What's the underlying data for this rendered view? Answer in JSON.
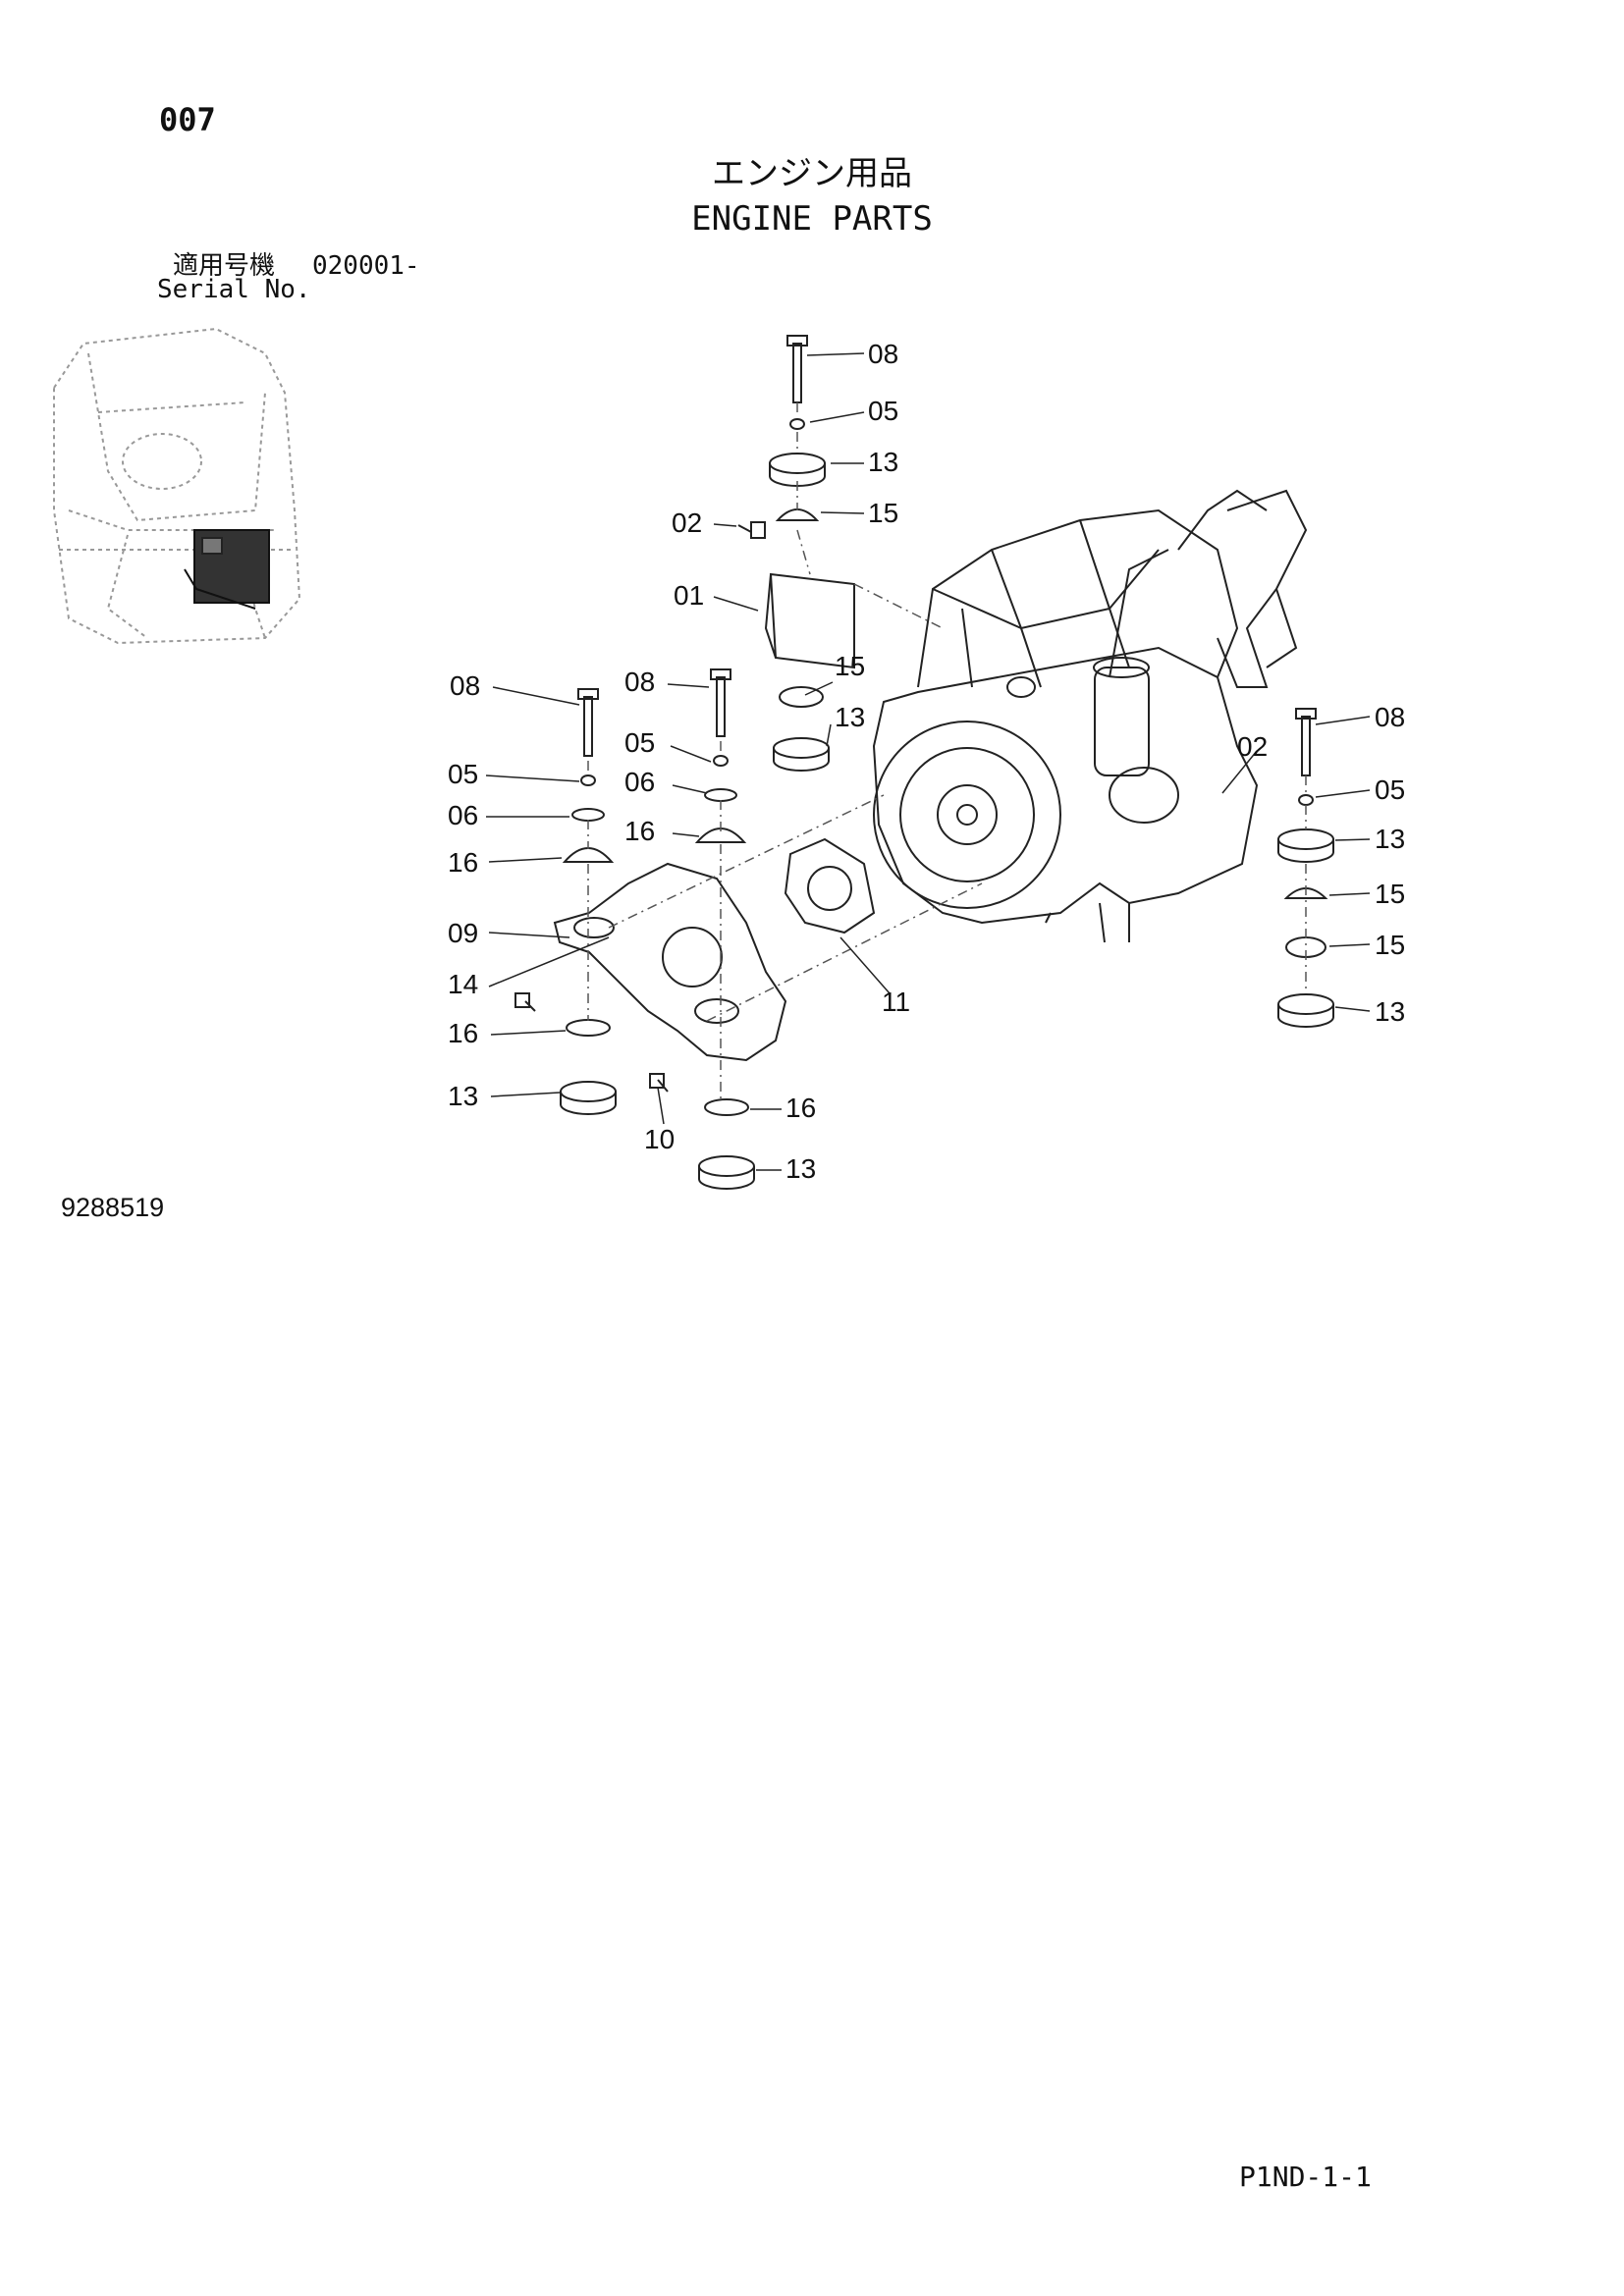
{
  "page_number": "007",
  "title_jp": "エンジン用品",
  "title_en": "ENGINE PARTS",
  "serial": {
    "label_jp": "適用号機",
    "value": "020001-",
    "label_en": "Serial No."
  },
  "drawing_number": "9288519",
  "sheet_reference": "P1ND-1-1",
  "callouts": {
    "c08_top": "08",
    "c05_top": "05",
    "c13_top": "13",
    "c02_left": "02",
    "c15_top": "15",
    "c01": "01",
    "c08_left": "08",
    "c08_mid": "08",
    "c15_mid": "15",
    "c13_mid": "13",
    "c05_left": "05",
    "c05_mid": "05",
    "c06_left": "06",
    "c06_mid": "06",
    "c16_left": "16",
    "c16_mid": "16",
    "c09": "09",
    "c14": "14",
    "c16_lower": "16",
    "c13_lower": "13",
    "c10": "10",
    "c16_bottom": "16",
    "c13_bottom": "13",
    "c11": "11",
    "c02_right": "02",
    "c08_right": "08",
    "c05_right": "05",
    "c13_right1": "13",
    "c15_right1": "15",
    "c15_right2": "15",
    "c13_right2": "13"
  }
}
